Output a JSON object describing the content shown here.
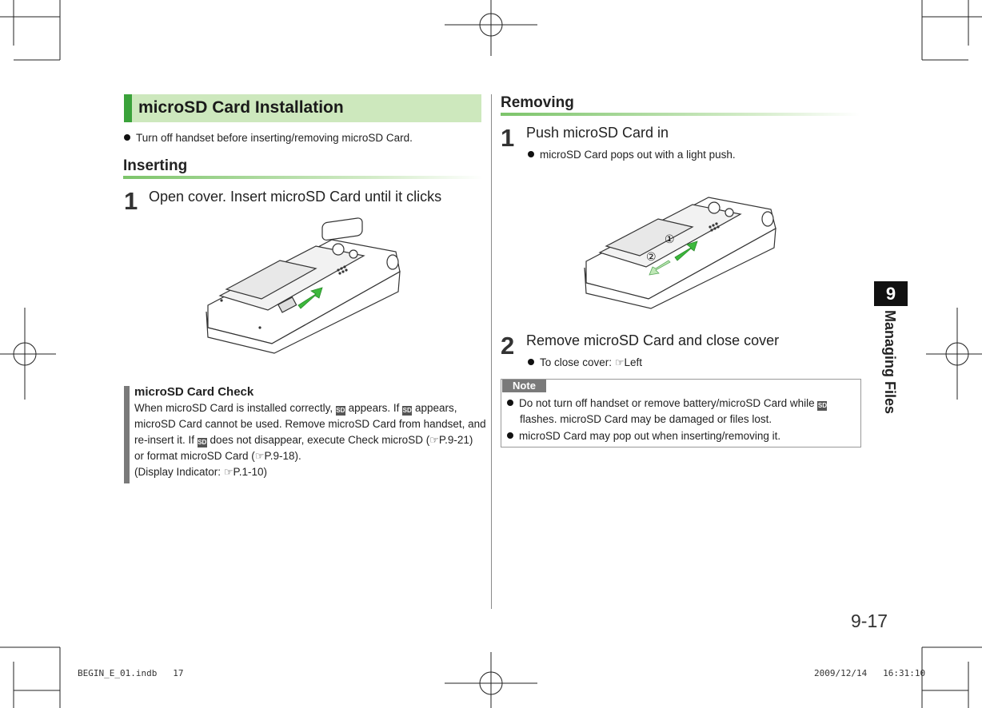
{
  "left": {
    "section_title": "microSD Card Installation",
    "intro_bullet": "Turn off handset before inserting/removing microSD Card.",
    "subheading": "Inserting",
    "step1_num": "1",
    "step1_text": "Open cover. Insert microSD Card until it clicks",
    "check": {
      "title": "microSD Card Check",
      "l1a": "When microSD Card is installed correctly,",
      "l1b": "appears. If",
      "l1c": "appears,",
      "l2": "microSD Card cannot be used. Remove microSD Card from handset, and",
      "l3a": "re-insert it. If",
      "l3b": "does not disappear, execute Check microSD (",
      "l3c": "P.9-21)",
      "l4a": "or format microSD Card (",
      "l4b": "P.9-18).",
      "l5a": "(Display Indicator:",
      "l5b": "P.1-10)"
    }
  },
  "right": {
    "subheading": "Removing",
    "step1_num": "1",
    "step1_text": "Push microSD Card in",
    "step1_bullet": "microSD Card pops out with a light push.",
    "marker1": "①",
    "marker2": "②",
    "step2_num": "2",
    "step2_text": "Remove microSD Card and close cover",
    "step2_bullet_a": "To close cover:",
    "step2_bullet_b": "Left",
    "note_label": "Note",
    "note1a": "Do not turn off handset or remove battery/microSD Card while",
    "note1b": "flashes. microSD Card may be damaged or files lost.",
    "note2": "microSD Card may pop out when inserting/removing it."
  },
  "side": {
    "chapter_number": "9",
    "chapter_title": "Managing Files"
  },
  "page_number": "9-17",
  "footer": {
    "file": "BEGIN_E_01.indb   17",
    "timestamp": "2009/12/14   16:31:10"
  },
  "icons": [
    "sd-card-icon",
    "sd-card-error-icon",
    "pointing-hand-icon",
    "bullet-icon"
  ],
  "colors": {
    "accent_green": "#3aa23a",
    "title_band": "#cde8bd",
    "arrow_green": "#3cb93c",
    "note_gray": "#7a7a7a"
  }
}
